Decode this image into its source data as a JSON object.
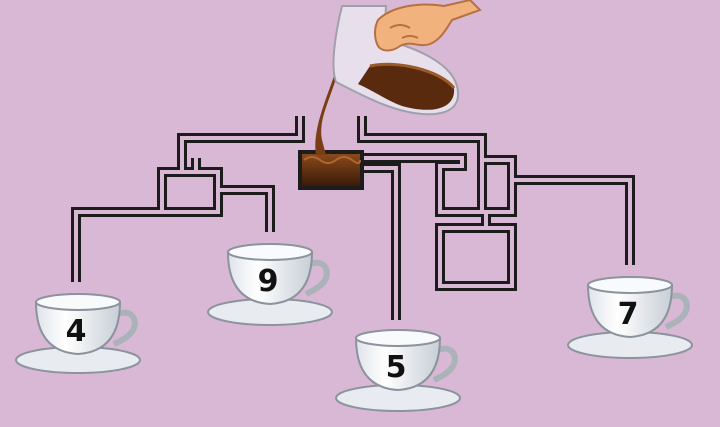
{
  "puzzle": {
    "cups": [
      {
        "label": "4"
      },
      {
        "label": "9"
      },
      {
        "label": "5"
      },
      {
        "label": "7"
      }
    ]
  },
  "colors": {
    "background": "#d9b8d6",
    "pipe": "#1c1c1c",
    "pipe_inner": "#d9b8d6",
    "coffee": "#6b3414",
    "cup": "#f4f6f8",
    "cup_shadow": "#c9cfd6",
    "hand": "#f2b27e"
  },
  "icons": [
    "coffee-pot-icon",
    "hand-icon",
    "tea-cup-icon"
  ]
}
